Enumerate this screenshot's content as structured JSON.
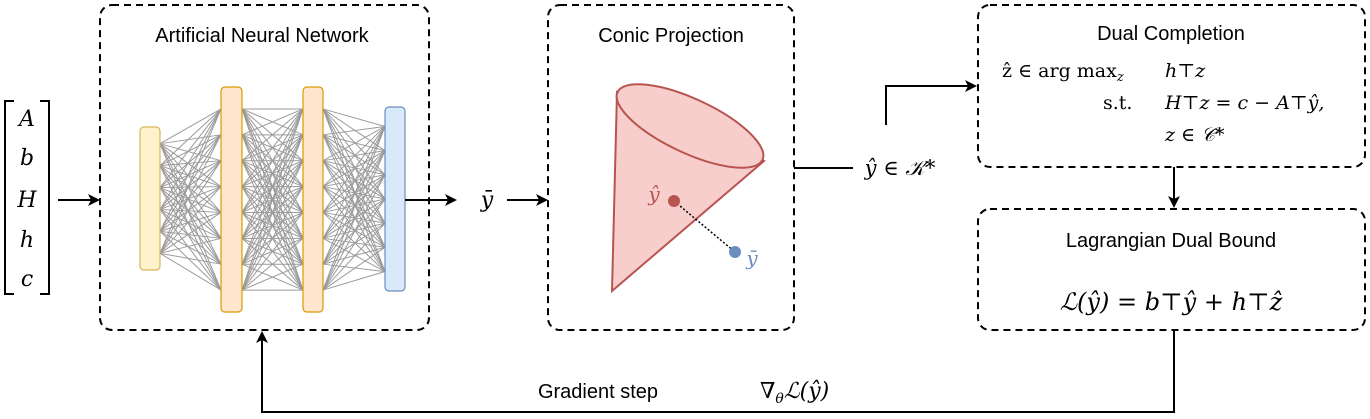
{
  "input_vector": {
    "entries": [
      "A",
      "b",
      "H",
      "h",
      "c"
    ]
  },
  "blocks": {
    "ann": {
      "title": "Artificial Neural Network",
      "layers": [
        {
          "name": "input-layer",
          "fill": "#fff2cc",
          "stroke": "#d6b656",
          "nodes": 6
        },
        {
          "name": "hidden-layer-1",
          "fill": "#ffe6cc",
          "stroke": "#d79b00",
          "nodes": 8
        },
        {
          "name": "hidden-layer-2",
          "fill": "#ffe6cc",
          "stroke": "#d79b00",
          "nodes": 8
        },
        {
          "name": "output-layer",
          "fill": "#dae8fc",
          "stroke": "#6c8ebf",
          "nodes": 7
        }
      ]
    },
    "conic_projection": {
      "title": "Conic Projection",
      "cone_fill": "#f8cecc",
      "cone_stroke": "#b85450",
      "projected_point_label": "ŷ",
      "projected_point_color": "#b85450",
      "raw_point_label": "ȳ",
      "raw_point_color": "#6c8ebf"
    },
    "dual_completion": {
      "title": "Dual Completion",
      "row1_left": "ẑ ∈ arg max",
      "row1_sub": "z",
      "row1_right": "h⊤z",
      "row2_left": "s.t.",
      "row2_right": "H⊤z = c − A⊤ŷ,",
      "row3_right": "z ∈ 𝒞*"
    },
    "lagrangian": {
      "title": "Lagrangian Dual Bound",
      "formula": "ℒ(ŷ) = b⊤ŷ + h⊤ẑ"
    }
  },
  "edges": {
    "ann_output_label": "ȳ",
    "projection_output_label": "ŷ ∈ 𝒦*",
    "feedback_label": "Gradient step",
    "feedback_formula_nabla": "∇",
    "feedback_formula_sub": "θ",
    "feedback_formula_rest": "ℒ(ŷ)"
  }
}
